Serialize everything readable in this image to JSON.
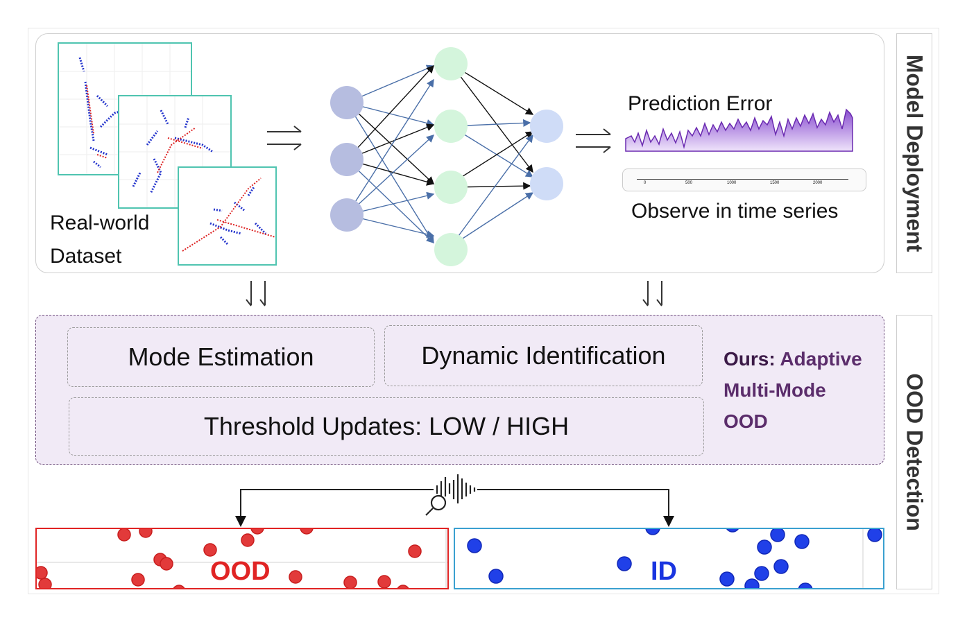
{
  "side_labels": {
    "deployment": "Model Deployment",
    "detection": "OOD Detection"
  },
  "dataset": {
    "line1": "Real-world",
    "line2": "Dataset"
  },
  "prediction": {
    "title": "Prediction Error",
    "observe": "Observe in time series",
    "timeline_ticks": [
      "0",
      "500",
      "1000",
      "1500",
      "2000"
    ]
  },
  "modules": {
    "mode_estimation": "Mode Estimation",
    "dynamic_identification": "Dynamic Identification",
    "threshold_updates": "Threshold Updates: LOW / HIGH"
  },
  "ours": {
    "bold": "Ours:",
    "rest1": " Adaptive",
    "line2": "Multi-Mode",
    "line3": "OOD"
  },
  "results": {
    "ood_label": "OOD",
    "id_label": "ID"
  },
  "colors": {
    "thumb_border": "#4fc4b0",
    "input_node": "#b6bde0",
    "hidden_node": "#d4f5dc",
    "output_node": "#cfdcf7",
    "ood_red": "#e02424",
    "id_blue": "#1a35e0",
    "id_border": "#3aa0d0",
    "ours_purple": "#5b2d6b",
    "error_fill": "#a46ed8"
  }
}
